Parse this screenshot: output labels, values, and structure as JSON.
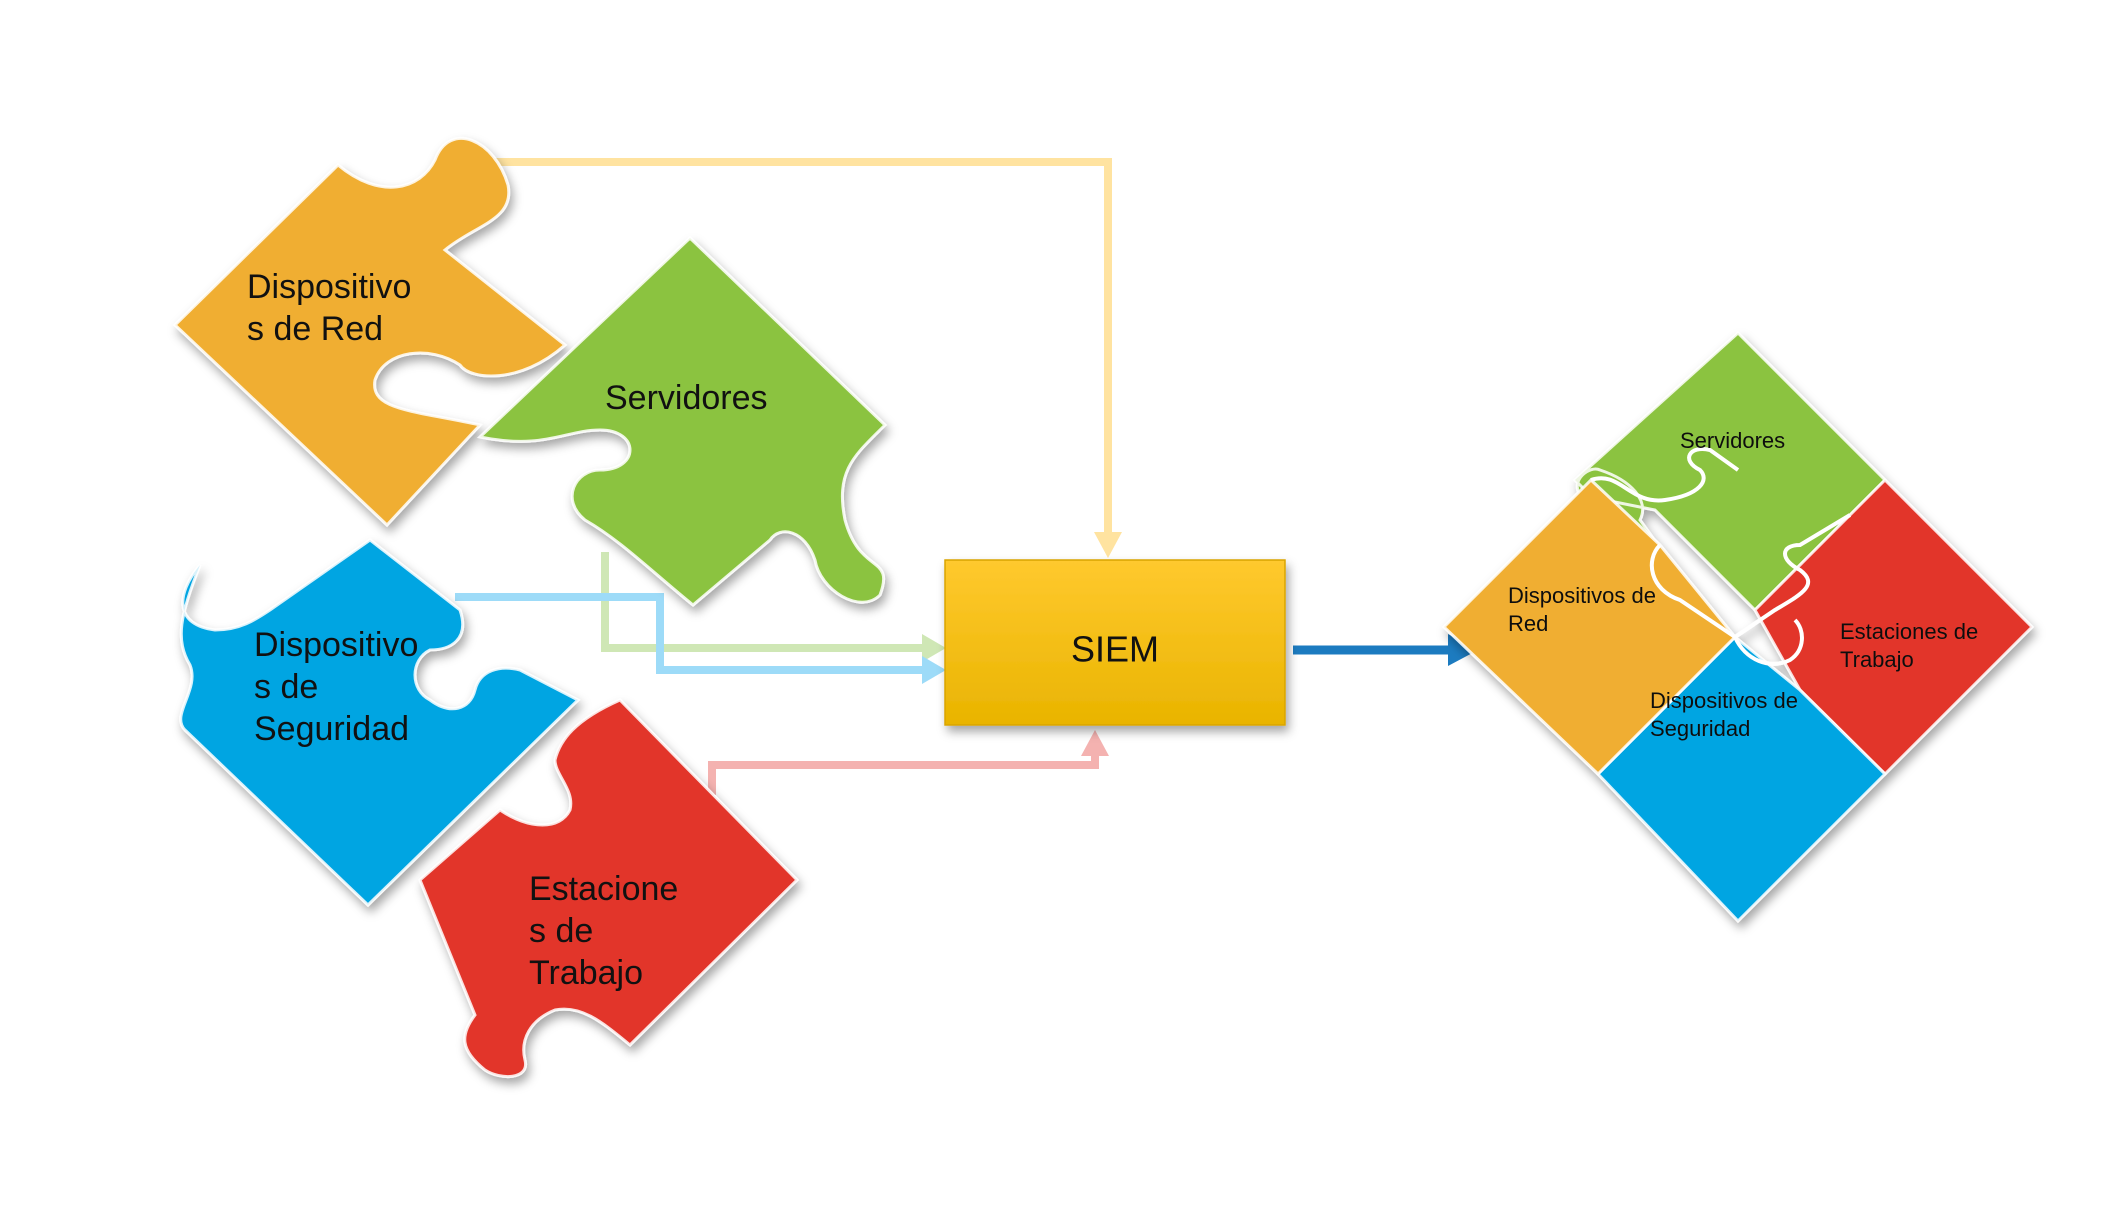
{
  "colors": {
    "orange": "#F0AE33",
    "green": "#8BC33F",
    "blue": "#04A5E2",
    "red": "#E2352B",
    "siem_top": "#FFC92E",
    "siem_bottom": "#E9B400",
    "arrow_orange": "#FFE3A0",
    "arrow_green": "#CFE7B5",
    "arrow_blue": "#9DDBF8",
    "arrow_red": "#F4B2B0",
    "arrow_output": "#1C7BC0"
  },
  "pieces": {
    "red_devices": {
      "line1": "Dispositivo",
      "line2": "s de Red"
    },
    "servers": {
      "line1": "Servidores"
    },
    "security_devices": {
      "line1": "Dispositivo",
      "line2": "s de",
      "line3": "Seguridad"
    },
    "workstations": {
      "line1": "Estacione",
      "line2": "s de",
      "line3": "Trabajo"
    }
  },
  "siem": {
    "label": "SIEM"
  },
  "assembled": {
    "servers": {
      "line1": "Servidores"
    },
    "red_devices": {
      "line1": "Dispositivos de",
      "line2": "Red"
    },
    "workstations": {
      "line1": "Estaciones de",
      "line2": "Trabajo"
    },
    "security_devices": {
      "line1": "Dispositivos de",
      "line2": "Seguridad"
    }
  }
}
